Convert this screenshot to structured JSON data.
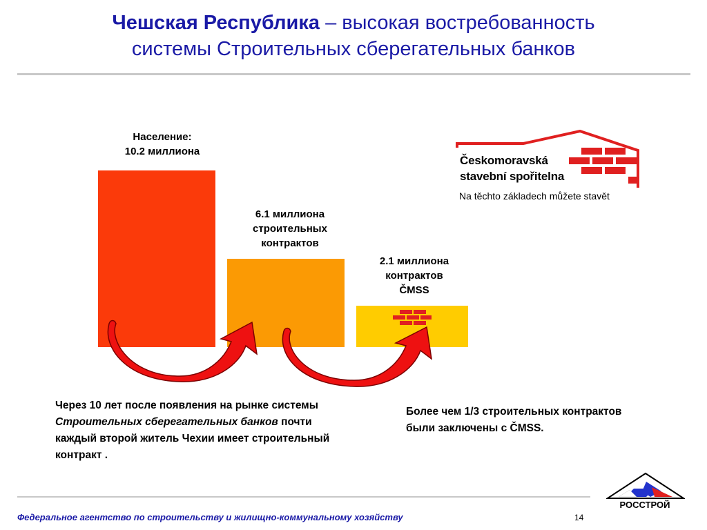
{
  "header": {
    "title_bold": "Чешская Республика",
    "title_rest": " – высокая востребованность",
    "title_line2": "системы Строительных сберегательных банков"
  },
  "bars": {
    "population": {
      "label_line1": "Население:",
      "label_line2": "10.2 миллиона",
      "color": "#fb3a0a"
    },
    "contracts": {
      "label_line1": "6.1 миллиона",
      "label_line2": "строительных",
      "label_line3": "контрактов",
      "color": "#fb9a04"
    },
    "cmss": {
      "label_line1": "2.1 миллиона",
      "label_line2": "контрактов",
      "label_line3": "ČMSS",
      "color": "#ffcc00"
    }
  },
  "captions": {
    "left_part1": "Через 10 лет после появления на рынке системы ",
    "left_italic": "Строительных сберегательных банков",
    "left_part2": " почти каждый второй  житель Чехии имеет строительный контракт .",
    "right": "Более чем 1/3 строительных контрактов были заключены с ČMSS."
  },
  "logos": {
    "cmss_line1": "Českomoravská",
    "cmss_line2": "stavební spořitelna",
    "cmss_slogan": "Na těchto základech můžete stavět",
    "rosstroy": "РОССТРОЙ"
  },
  "footer": {
    "text": "Федеральное агентство по строительству и жилищно-коммунальному хозяйству",
    "page_number": "14"
  },
  "colors": {
    "title": "#1a1aa6",
    "arrow": "#ee1111",
    "brick": "#e02020"
  },
  "icons": {
    "arrow": "curved-arrow-icon",
    "brick": "brick-wall-icon",
    "house": "house-outline-icon"
  }
}
